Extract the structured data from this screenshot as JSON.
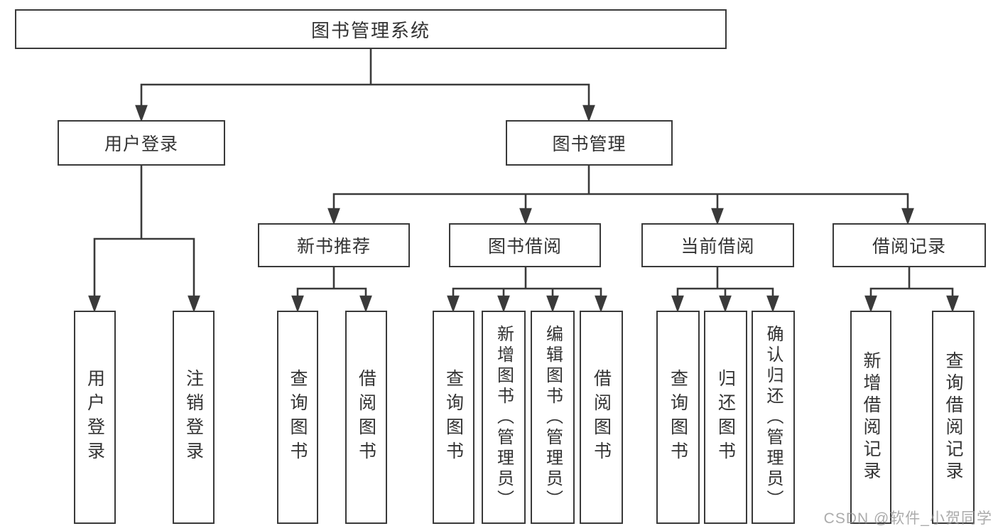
{
  "diagram_type": "hierarchy-tree",
  "colors": {
    "line": "#3a3a3a",
    "box_border": "#3a3a3a",
    "text": "#333333",
    "background": "#ffffff",
    "watermark": "#b5b5b5"
  },
  "tree": {
    "label": "图书管理系统",
    "children": [
      {
        "label": "用户登录",
        "children": [
          {
            "label": "用户登录"
          },
          {
            "label": "注销登录"
          }
        ]
      },
      {
        "label": "图书管理",
        "children": [
          {
            "label": "新书推荐",
            "children": [
              {
                "label": "查询图书"
              },
              {
                "label": "借阅图书"
              }
            ]
          },
          {
            "label": "图书借阅",
            "children": [
              {
                "label": "查询图书"
              },
              {
                "label": "新增图书（管理员）"
              },
              {
                "label": "编辑图书（管理员）"
              },
              {
                "label": "借阅图书"
              }
            ]
          },
          {
            "label": "当前借阅",
            "children": [
              {
                "label": "查询图书"
              },
              {
                "label": "归还图书"
              },
              {
                "label": "确认归还（管理员）"
              }
            ]
          },
          {
            "label": "借阅记录",
            "children": [
              {
                "label": "新增借阅记录"
              },
              {
                "label": "查询借阅记录"
              }
            ]
          }
        ]
      }
    ]
  },
  "watermark": {
    "text": "CSDN @软件_小贺同学"
  }
}
